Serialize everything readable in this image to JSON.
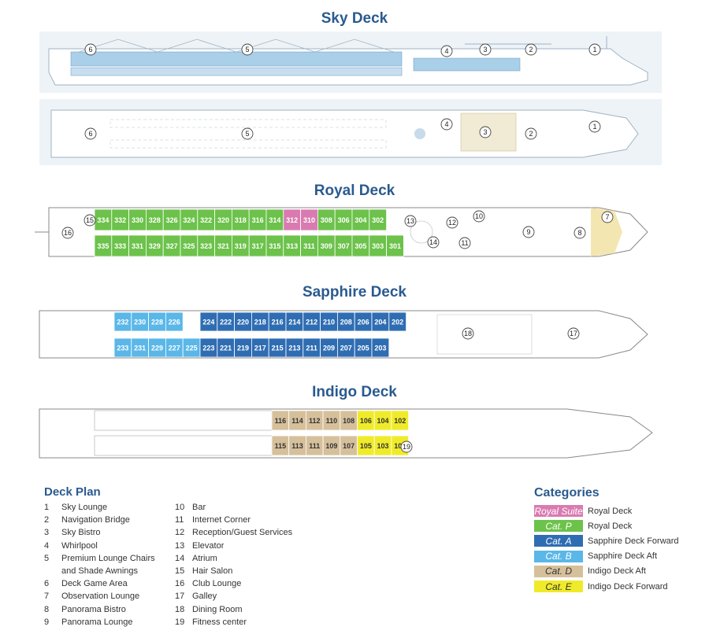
{
  "decks": {
    "sky": "Sky Deck",
    "royal": "Royal Deck",
    "sapphire": "Sapphire Deck",
    "indigo": "Indigo Deck"
  },
  "colors": {
    "royal_suite": "#d97bb0",
    "cat_p": "#6cc24a",
    "cat_a": "#2f6db3",
    "cat_b": "#5ab7e8",
    "cat_d": "#d6c09c",
    "cat_e": "#f0eb2a",
    "title": "#2a5a8f"
  },
  "sky_markers_side": [
    "6",
    "5",
    "4",
    "3",
    "2",
    "1"
  ],
  "sky_markers_top": [
    "6",
    "5",
    "4",
    "3",
    "2",
    "1"
  ],
  "royal": {
    "top": [
      {
        "n": "334",
        "c": "p"
      },
      {
        "n": "332",
        "c": "p"
      },
      {
        "n": "330",
        "c": "p"
      },
      {
        "n": "328",
        "c": "p"
      },
      {
        "n": "326",
        "c": "p"
      },
      {
        "n": "324",
        "c": "p"
      },
      {
        "n": "322",
        "c": "p"
      },
      {
        "n": "320",
        "c": "p"
      },
      {
        "n": "318",
        "c": "p"
      },
      {
        "n": "316",
        "c": "p"
      },
      {
        "n": "314",
        "c": "p"
      },
      {
        "n": "312",
        "c": "r"
      },
      {
        "n": "310",
        "c": "r"
      },
      {
        "n": "308",
        "c": "p"
      },
      {
        "n": "306",
        "c": "p"
      },
      {
        "n": "304",
        "c": "p"
      },
      {
        "n": "302",
        "c": "p"
      }
    ],
    "bottom": [
      {
        "n": "335",
        "c": "p"
      },
      {
        "n": "333",
        "c": "p"
      },
      {
        "n": "331",
        "c": "p"
      },
      {
        "n": "329",
        "c": "p"
      },
      {
        "n": "327",
        "c": "p"
      },
      {
        "n": "325",
        "c": "p"
      },
      {
        "n": "323",
        "c": "p"
      },
      {
        "n": "321",
        "c": "p"
      },
      {
        "n": "319",
        "c": "p"
      },
      {
        "n": "317",
        "c": "p"
      },
      {
        "n": "315",
        "c": "p"
      },
      {
        "n": "313",
        "c": "p"
      },
      {
        "n": "311",
        "c": "p"
      },
      {
        "n": "309",
        "c": "p"
      },
      {
        "n": "307",
        "c": "p"
      },
      {
        "n": "305",
        "c": "p"
      },
      {
        "n": "303",
        "c": "p"
      },
      {
        "n": "301",
        "c": "p"
      }
    ],
    "markers": [
      "15",
      "16",
      "13",
      "12",
      "10",
      "14",
      "11",
      "9",
      "8",
      "7"
    ]
  },
  "sapphire": {
    "top": [
      {
        "n": "232",
        "c": "b"
      },
      {
        "n": "230",
        "c": "b"
      },
      {
        "n": "228",
        "c": "b"
      },
      {
        "n": "226",
        "c": "b"
      },
      {
        "n": "224",
        "c": "a"
      },
      {
        "n": "222",
        "c": "a"
      },
      {
        "n": "220",
        "c": "a"
      },
      {
        "n": "218",
        "c": "a"
      },
      {
        "n": "216",
        "c": "a"
      },
      {
        "n": "214",
        "c": "a"
      },
      {
        "n": "212",
        "c": "a"
      },
      {
        "n": "210",
        "c": "a"
      },
      {
        "n": "208",
        "c": "a"
      },
      {
        "n": "206",
        "c": "a"
      },
      {
        "n": "204",
        "c": "a"
      },
      {
        "n": "202",
        "c": "a"
      }
    ],
    "bottom": [
      {
        "n": "233",
        "c": "b"
      },
      {
        "n": "231",
        "c": "b"
      },
      {
        "n": "229",
        "c": "b"
      },
      {
        "n": "227",
        "c": "b"
      },
      {
        "n": "225",
        "c": "b"
      },
      {
        "n": "223",
        "c": "a"
      },
      {
        "n": "221",
        "c": "a"
      },
      {
        "n": "219",
        "c": "a"
      },
      {
        "n": "217",
        "c": "a"
      },
      {
        "n": "215",
        "c": "a"
      },
      {
        "n": "213",
        "c": "a"
      },
      {
        "n": "211",
        "c": "a"
      },
      {
        "n": "209",
        "c": "a"
      },
      {
        "n": "207",
        "c": "a"
      },
      {
        "n": "205",
        "c": "a"
      },
      {
        "n": "203",
        "c": "a"
      }
    ],
    "markers": [
      "18",
      "17"
    ]
  },
  "indigo": {
    "top": [
      {
        "n": "116",
        "c": "d"
      },
      {
        "n": "114",
        "c": "d"
      },
      {
        "n": "112",
        "c": "d"
      },
      {
        "n": "110",
        "c": "d"
      },
      {
        "n": "108",
        "c": "d"
      },
      {
        "n": "106",
        "c": "e"
      },
      {
        "n": "104",
        "c": "e"
      },
      {
        "n": "102",
        "c": "e"
      }
    ],
    "bottom": [
      {
        "n": "115",
        "c": "d"
      },
      {
        "n": "113",
        "c": "d"
      },
      {
        "n": "111",
        "c": "d"
      },
      {
        "n": "109",
        "c": "d"
      },
      {
        "n": "107",
        "c": "d"
      },
      {
        "n": "105",
        "c": "e"
      },
      {
        "n": "103",
        "c": "e"
      },
      {
        "n": "101",
        "c": "e"
      }
    ],
    "markers": [
      "19"
    ]
  },
  "legend": {
    "title": "Deck Plan",
    "col1": [
      {
        "n": "1",
        "t": "Sky Lounge"
      },
      {
        "n": "2",
        "t": "Navigation Bridge"
      },
      {
        "n": "3",
        "t": "Sky Bistro"
      },
      {
        "n": "4",
        "t": "Whirlpool"
      },
      {
        "n": "5",
        "t": "Premium Lounge Chairs"
      },
      {
        "n": "",
        "t": "and Shade Awnings"
      },
      {
        "n": "6",
        "t": "Deck Game Area"
      },
      {
        "n": "7",
        "t": "Observation Lounge"
      },
      {
        "n": "8",
        "t": "Panorama Bistro"
      },
      {
        "n": "9",
        "t": "Panorama Lounge"
      }
    ],
    "col2": [
      {
        "n": "10",
        "t": "Bar"
      },
      {
        "n": "11",
        "t": "Internet Corner"
      },
      {
        "n": "12",
        "t": "Reception/Guest Services"
      },
      {
        "n": "13",
        "t": "Elevator"
      },
      {
        "n": "14",
        "t": "Atrium"
      },
      {
        "n": "15",
        "t": "Hair Salon"
      },
      {
        "n": "16",
        "t": "Club Lounge"
      },
      {
        "n": "17",
        "t": "Galley"
      },
      {
        "n": "18",
        "t": "Dining Room"
      },
      {
        "n": "19",
        "t": "Fitness center"
      }
    ]
  },
  "categories": {
    "title": "Categories",
    "items": [
      {
        "label": "Royal Suite",
        "desc": "Royal Deck",
        "c": "r"
      },
      {
        "label": "Cat. P",
        "desc": "Royal Deck",
        "c": "p"
      },
      {
        "label": "Cat. A",
        "desc": "Sapphire Deck Forward",
        "c": "a"
      },
      {
        "label": "Cat. B",
        "desc": "Sapphire Deck Aft",
        "c": "b"
      },
      {
        "label": "Cat. D",
        "desc": "Indigo Deck Aft",
        "c": "d"
      },
      {
        "label": "Cat. E",
        "desc": "Indigo Deck Forward",
        "c": "e"
      }
    ]
  }
}
